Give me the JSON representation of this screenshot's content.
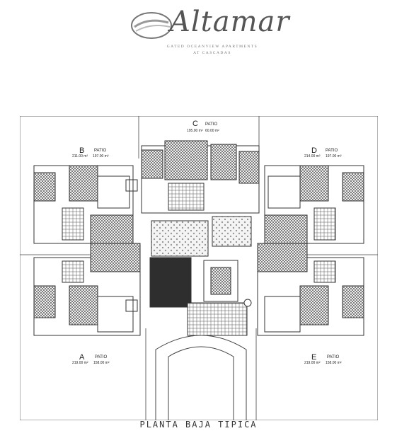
{
  "header": {
    "logo_name": "Altamar",
    "tagline": "GATED OCEANVIEW APARTMENTS",
    "location": "AT CASCADAS"
  },
  "plan": {
    "caption": "PLANTA BAJA TIPICA",
    "units": [
      {
        "id": "A",
        "area": "219.00 m²",
        "patio_label": "PATIO",
        "patio_area": "158.00 m²"
      },
      {
        "id": "B",
        "area": "211.00 m²",
        "patio_label": "PATIO",
        "patio_area": "197.00 m²"
      },
      {
        "id": "C",
        "area": "195.00 m²",
        "patio_label": "PATIO",
        "patio_area": "60.00 m²"
      },
      {
        "id": "D",
        "area": "214.00 m²",
        "patio_label": "PATIO",
        "patio_area": "197.00 m²"
      },
      {
        "id": "E",
        "area": "219.00 m²",
        "patio_label": "PATIO",
        "patio_area": "158.00 m²"
      }
    ]
  },
  "colors": {
    "line": "#333333",
    "hatch": "#444444",
    "garden": "#8a8a8a"
  }
}
